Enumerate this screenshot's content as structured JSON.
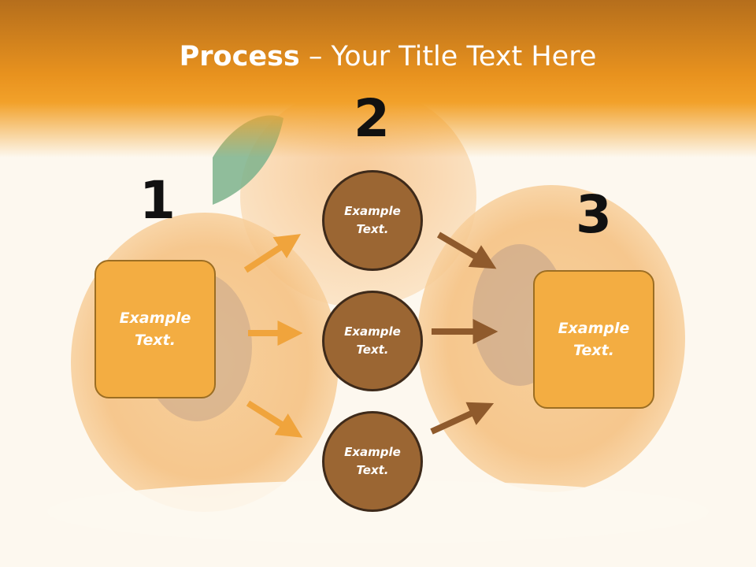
{
  "slide": {
    "title_bold": "Process",
    "title_rest": " – Your Title Text Here"
  },
  "steps": {
    "step1_number": "1",
    "step2_number": "2",
    "step3_number": "3"
  },
  "nodes": {
    "left_box": "Example\nText.",
    "circle_top": "Example\nText.",
    "circle_middle": "Example\nText.",
    "circle_bottom": "Example\nText.",
    "right_box": "Example\nText."
  },
  "colors": {
    "header": "#e8921e",
    "box_fill": "#f3ad42",
    "circle_fill": "#9b6633",
    "arrow_orange": "#f0a43c",
    "arrow_brown": "#8f5a2c"
  }
}
